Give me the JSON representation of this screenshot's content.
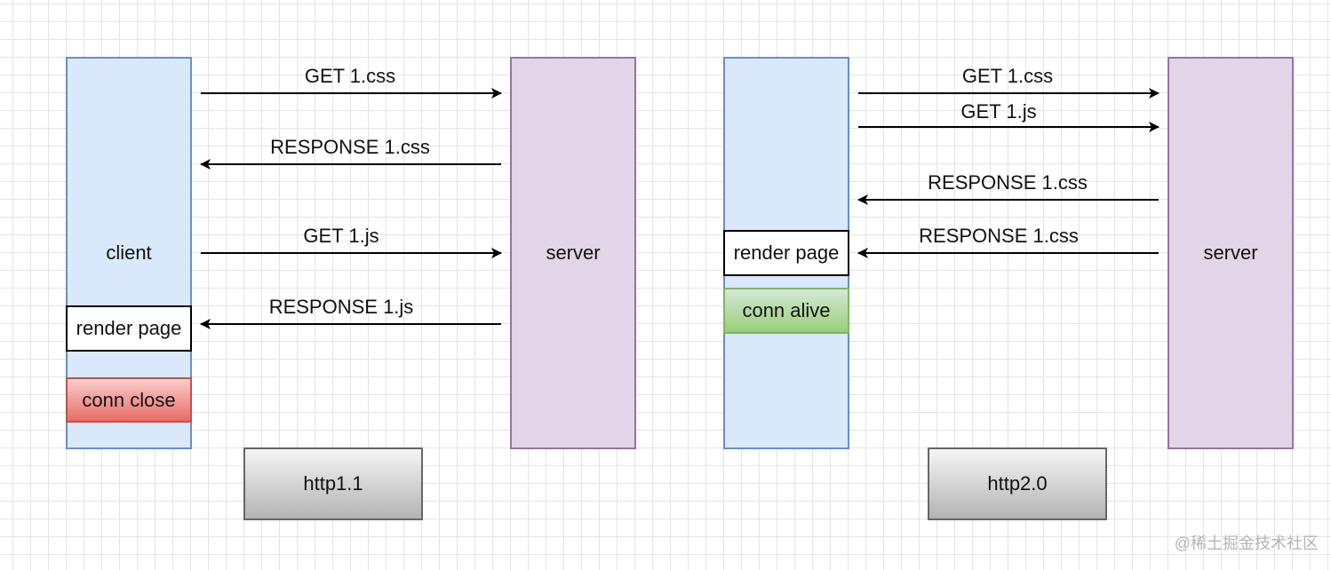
{
  "http1": {
    "client_label": "client",
    "server_label": "server",
    "render_label": "render page",
    "conn_label": "conn close",
    "protocol_label": "http1.1",
    "messages": [
      "GET 1.css",
      "RESPONSE 1.css",
      "GET 1.js",
      "RESPONSE 1.js"
    ]
  },
  "http2": {
    "server_label": "server",
    "render_label": "render page",
    "conn_label": "conn alive",
    "protocol_label": "http2.0",
    "messages": [
      "GET 1.css",
      "GET 1.js",
      "RESPONSE 1.css",
      "RESPONSE 1.css"
    ]
  },
  "watermark": "@稀土掘金技术社区"
}
